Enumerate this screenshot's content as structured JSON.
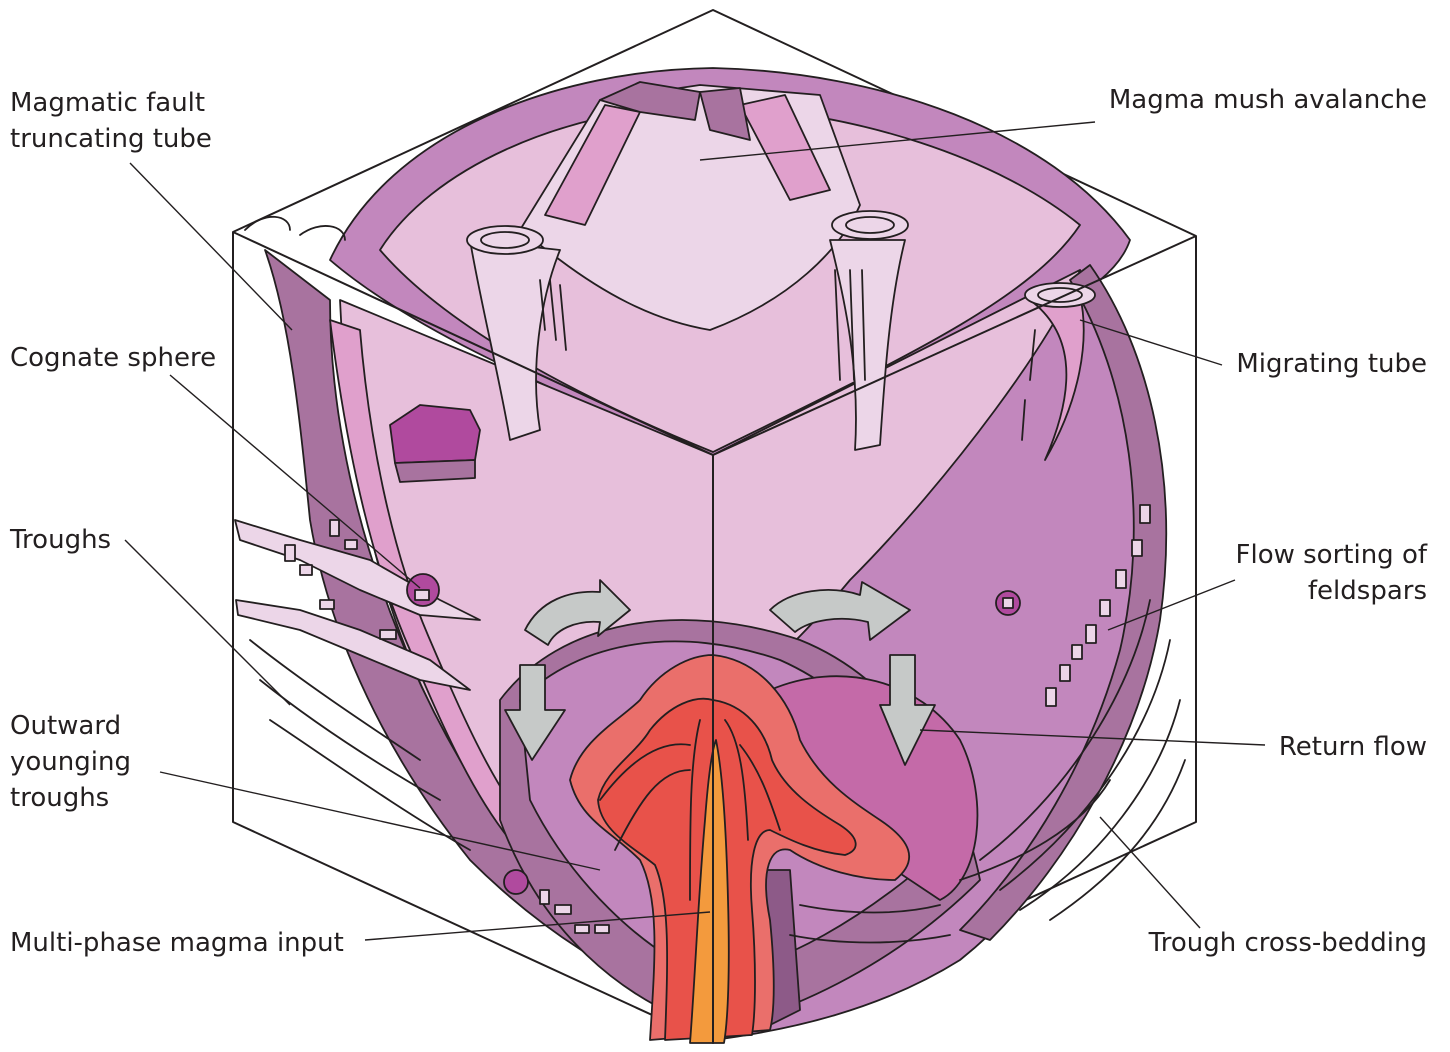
{
  "labels": {
    "magmatic_fault": [
      "Magmatic fault",
      "truncating tube"
    ],
    "cognate_sphere": "Cognate sphere",
    "troughs": "Troughs",
    "outward_younging": [
      "Outward",
      "younging",
      "troughs"
    ],
    "multi_phase": "Multi-phase magma input",
    "mush_avalanche": "Magma mush avalanche",
    "migrating_tube": "Migrating tube",
    "flow_sorting": [
      "Flow sorting of",
      "feldspars"
    ],
    "return_flow": "Return flow",
    "trough_cross_bedding": "Trough cross-bedding"
  },
  "colors": {
    "outer_purple": "#b04a9e",
    "mauve": "#c287bd",
    "dark_mauve": "#a8739f",
    "pale_pink": "#e7bfdb",
    "very_pale": "#ecd6e8",
    "medium_pink": "#e0a0cc",
    "salmon": "#ea6f6b",
    "red": "#e8524a",
    "orange": "#f39a3d",
    "grey_arrow": "#c6c9c8",
    "dark_conduit": "#8d5a88",
    "ink": "#231f20"
  }
}
